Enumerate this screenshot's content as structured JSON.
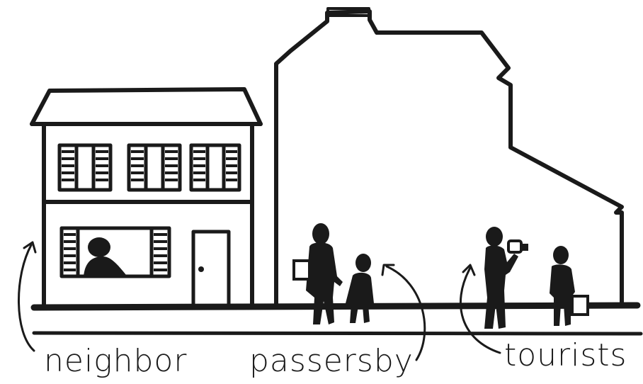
{
  "labels": {
    "neighbor": "neighbor",
    "passersby": "passersby",
    "tourists": "tourists"
  },
  "colors": {
    "ink": "#1a1a1a",
    "background": "#ffffff"
  }
}
